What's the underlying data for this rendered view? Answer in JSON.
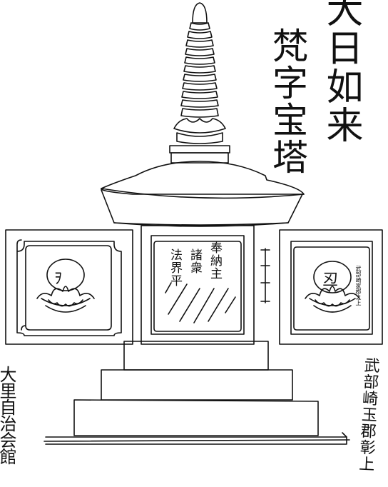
{
  "title": {
    "line1": "大日如来",
    "line2": "梵字宝塔"
  },
  "panels": {
    "left_seed_char": "ｦ",
    "right_seed_char": "丒",
    "center_text": {
      "col_a": "奉納主",
      "col_b": "諸衆",
      "col_c": "法界平"
    },
    "right_small_note": "武部崎家郡之上"
  },
  "hall_name": "大里自治会館",
  "donor": "武部崎玉郡彰上",
  "colors": {
    "ink": "#111111",
    "paper": "#ffffff"
  }
}
